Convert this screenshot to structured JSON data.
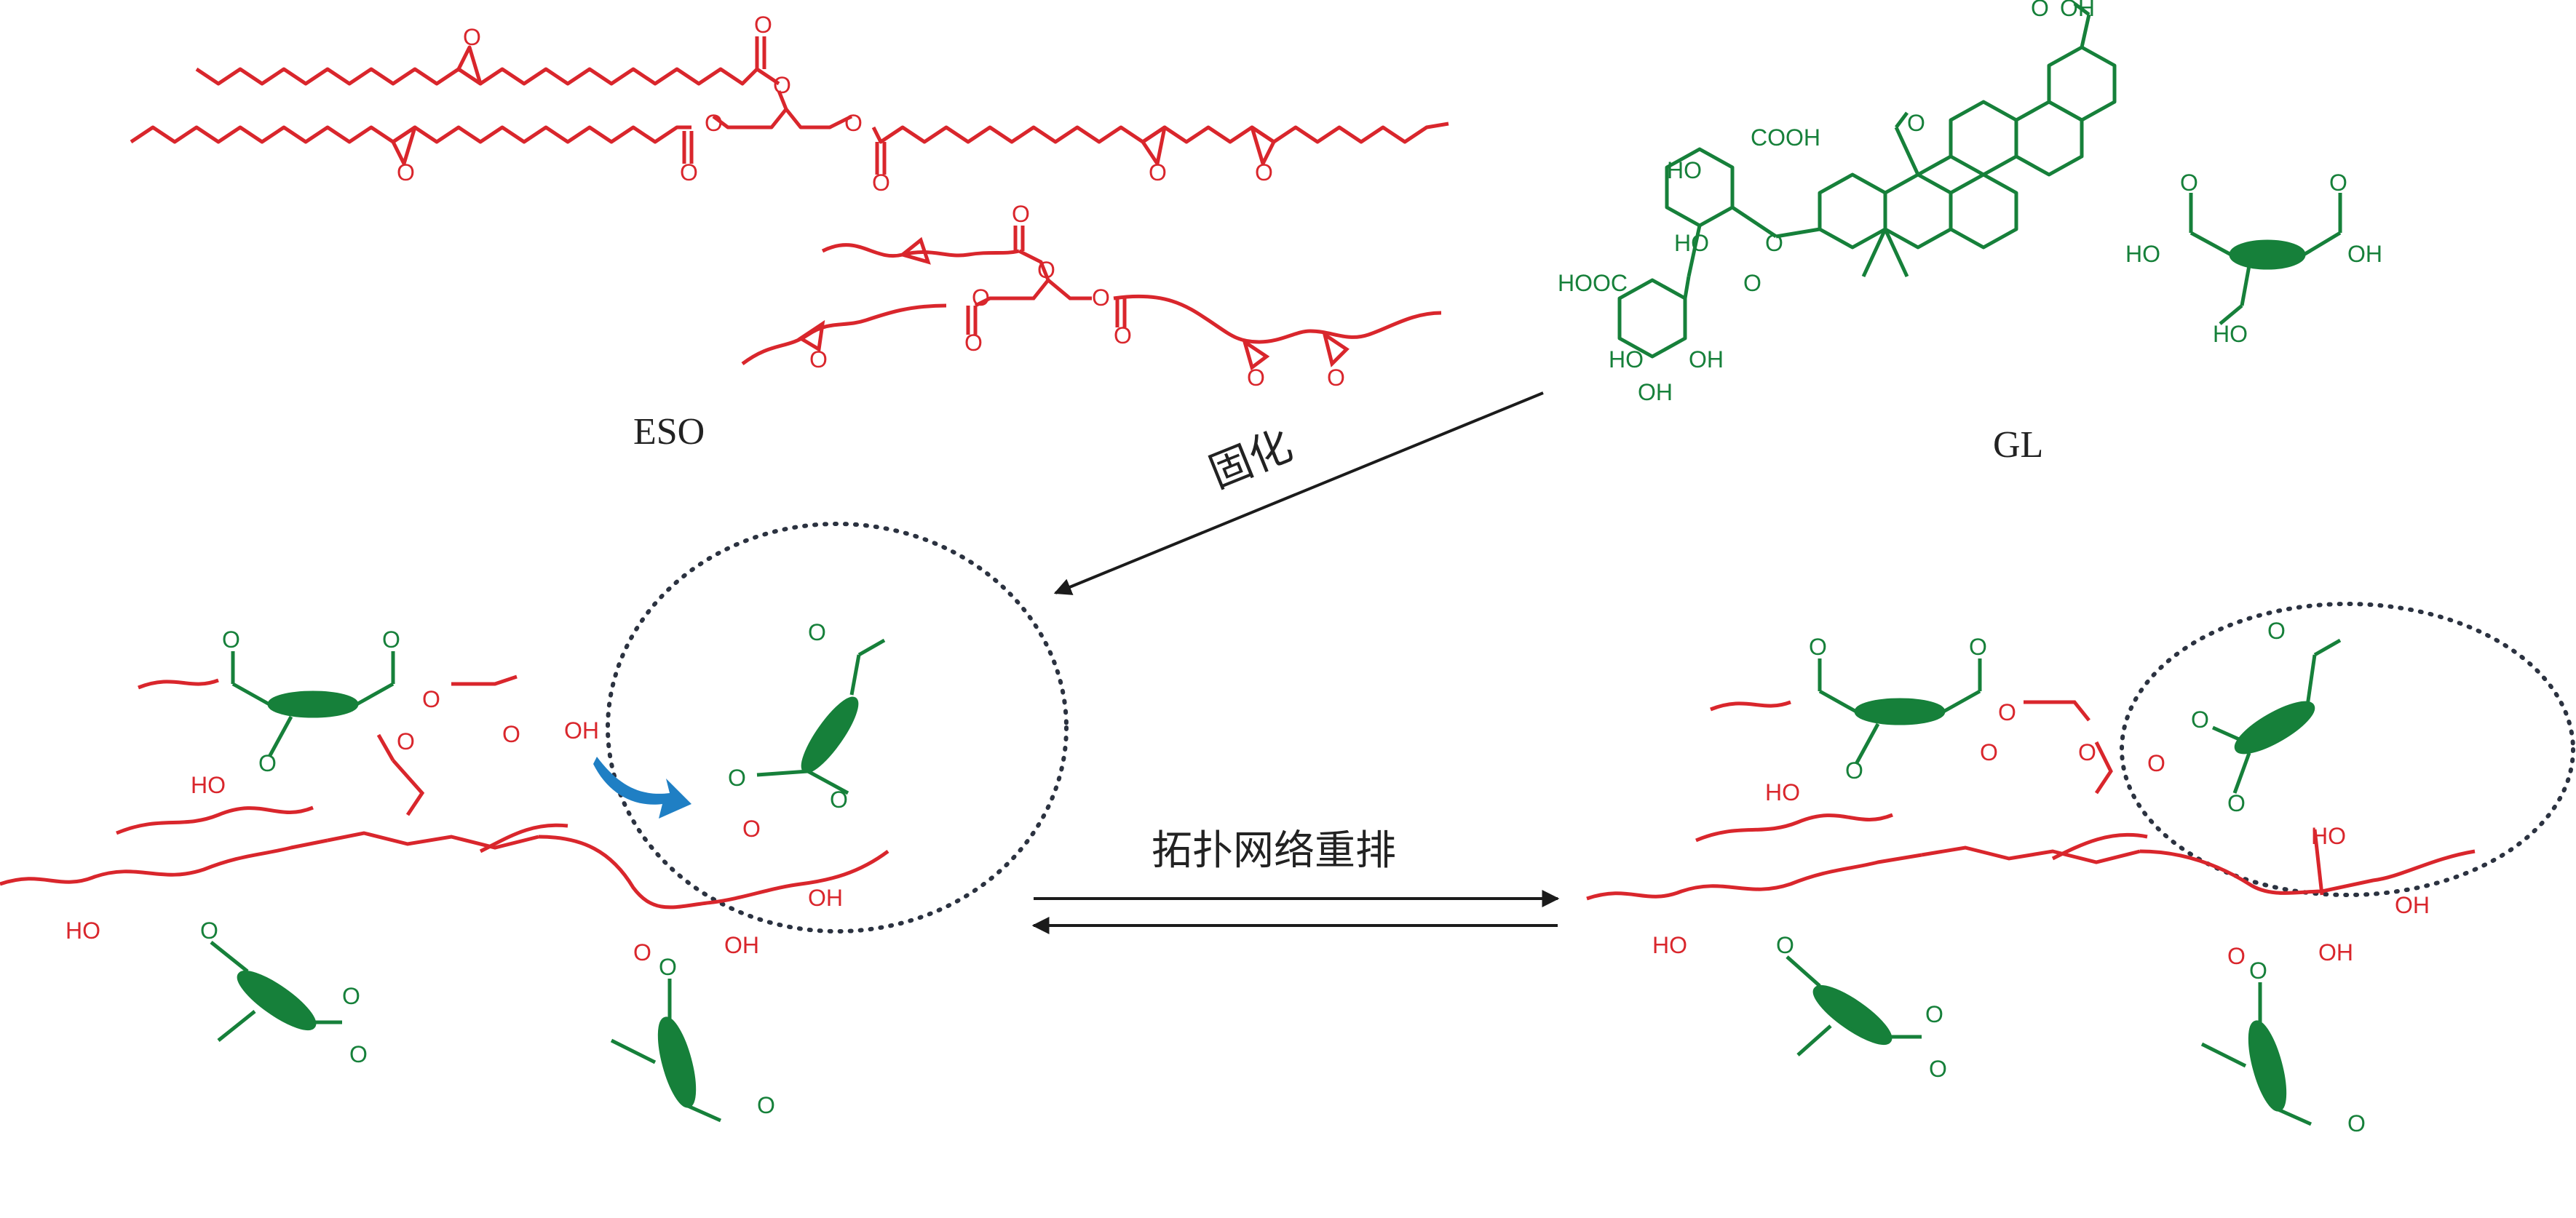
{
  "labels": {
    "eso": "ESO",
    "gl": "GL",
    "curing": "固化",
    "rearrangement": "拓扑网络重排"
  },
  "atoms": {
    "o": "O",
    "oh": "OH",
    "ho": "HO",
    "cooh": "COOH",
    "hooc": "HOOC"
  },
  "colors": {
    "eso_chain": "#d9262c",
    "gl_acid": "#16803a",
    "arrow": "#1b1b1b",
    "dotted_circle": "#2b3240",
    "exchange_arrow": "#1f7fc4"
  }
}
